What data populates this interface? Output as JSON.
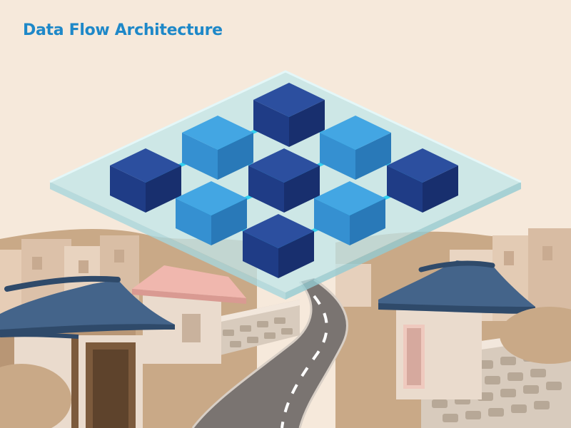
{
  "title": "Data Flow Architecture",
  "colors": {
    "background": "#f6e9db",
    "title": "#1e88c8",
    "platform": "#bfe6ea",
    "link": "#33d1f0",
    "node_dark_top": "#2c4f9f",
    "node_light_top": "#43a6e3",
    "roof": "#44648a",
    "road": "#7a7471"
  },
  "diagram": {
    "platform": "translucent-glass-slab",
    "layout": "isometric-diamond-grid",
    "nodes": [
      {
        "id": "n-top",
        "shade": "dark"
      },
      {
        "id": "n-upper-left",
        "shade": "light"
      },
      {
        "id": "n-upper-right",
        "shade": "light"
      },
      {
        "id": "n-left",
        "shade": "dark"
      },
      {
        "id": "n-center",
        "shade": "dark"
      },
      {
        "id": "n-right",
        "shade": "dark"
      },
      {
        "id": "n-lower-left",
        "shade": "light"
      },
      {
        "id": "n-lower-right",
        "shade": "light"
      },
      {
        "id": "n-bottom",
        "shade": "dark"
      }
    ],
    "links": [
      [
        "n-top",
        "n-upper-left"
      ],
      [
        "n-top",
        "n-upper-right"
      ],
      [
        "n-upper-left",
        "n-left"
      ],
      [
        "n-upper-left",
        "n-center"
      ],
      [
        "n-upper-right",
        "n-center"
      ],
      [
        "n-upper-right",
        "n-right"
      ],
      [
        "n-left",
        "n-lower-left"
      ],
      [
        "n-center",
        "n-lower-left"
      ],
      [
        "n-center",
        "n-lower-right"
      ],
      [
        "n-right",
        "n-lower-right"
      ],
      [
        "n-lower-left",
        "n-bottom"
      ],
      [
        "n-lower-right",
        "n-bottom"
      ]
    ]
  },
  "background_scene": [
    "traditional-hanok-houses",
    "winding-road",
    "stone-walls",
    "hills"
  ]
}
